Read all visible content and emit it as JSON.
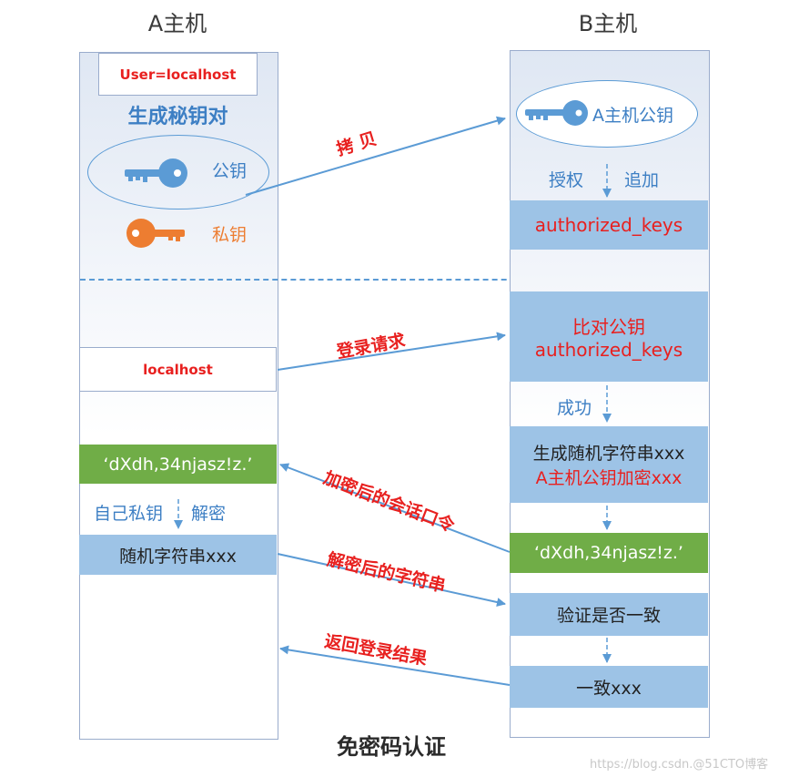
{
  "host_a": {
    "title": "A主机",
    "user_label": "User=localhost",
    "keygen_title": "生成秘钥对",
    "public_key_label": "公钥",
    "private_key_label": "私钥",
    "localhost_label": "localhost",
    "encrypted_session": "‘dXdh,34njasz!z.’",
    "own_private_key": "自己私钥",
    "decrypt": "解密",
    "random_string": "随机字符串xxx"
  },
  "host_b": {
    "title": "B主机",
    "a_public_key": "A主机公钥",
    "authorize": "授权",
    "append": "追加",
    "authorized_keys": "authorized_keys",
    "compare_line1": "比对公钥",
    "compare_line2": "authorized_keys",
    "success": "成功",
    "gen_line1": "生成随机字符串xxx",
    "gen_line2": "A主机公钥加密xxx",
    "encrypted_session": "‘dXdh,34njasz!z.’",
    "verify": "验证是否一致",
    "consistent": "一致xxx"
  },
  "arrows": {
    "copy": "拷 贝",
    "login_request": "登录请求",
    "encrypted_session_password": "加密后的会话口令",
    "decrypted_string": "解密后的字符串",
    "return_result": "返回登录结果"
  },
  "footer": {
    "caption": "免密码认证",
    "watermark": "https://blog.csdn.@51CTO博客"
  },
  "colors": {
    "box_blue": "#9dc3e6",
    "box_green": "#70ad47",
    "arrow": "#5b9bd5",
    "red_text": "#e8201f",
    "public_key": "#5b9bd5",
    "private_key": "#ed7d31"
  },
  "icons": [
    "key-icon-public",
    "key-icon-private",
    "key-icon-b"
  ]
}
